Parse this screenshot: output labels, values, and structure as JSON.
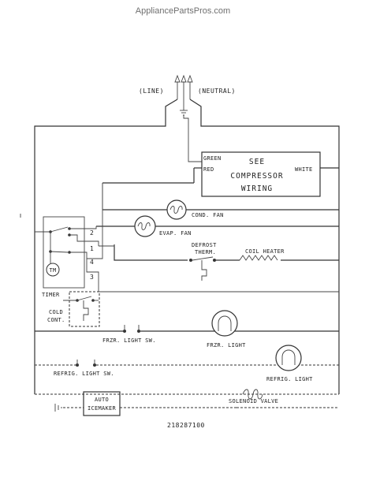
{
  "watermark": "AppliancePartsPros.com",
  "power": {
    "line": "(LINE)",
    "neutral": "(NEUTRAL)"
  },
  "compressor_box": {
    "green": "GREEN",
    "red": "RED",
    "white": "WHITE",
    "see": "SEE",
    "compressor": "COMPRESSOR",
    "wiring": "WIRING"
  },
  "components": {
    "cond_fan": "COND. FAN",
    "evap_fan": "EVAP. FAN",
    "defrost_therm_1": "DEFROST",
    "defrost_therm_2": "THERM.",
    "coil_heater": "COIL HEATER",
    "timer": "TIMER",
    "timer_motor": "TM",
    "cold_cont_1": "COLD",
    "cold_cont_2": "CONT.",
    "frzr_light_sw": "FRZR. LIGHT SW.",
    "frzr_light": "FRZR. LIGHT",
    "refrig_light_sw": "REFRIG. LIGHT SW.",
    "refrig_light": "REFRIG. LIGHT",
    "auto_icemaker_1": "AUTO",
    "auto_icemaker_2": "ICEMAKER",
    "solenoid_valve": "SOLENOID VALVE"
  },
  "terminals": [
    "2",
    "1",
    "4",
    "3"
  ],
  "part_number": "218287100"
}
